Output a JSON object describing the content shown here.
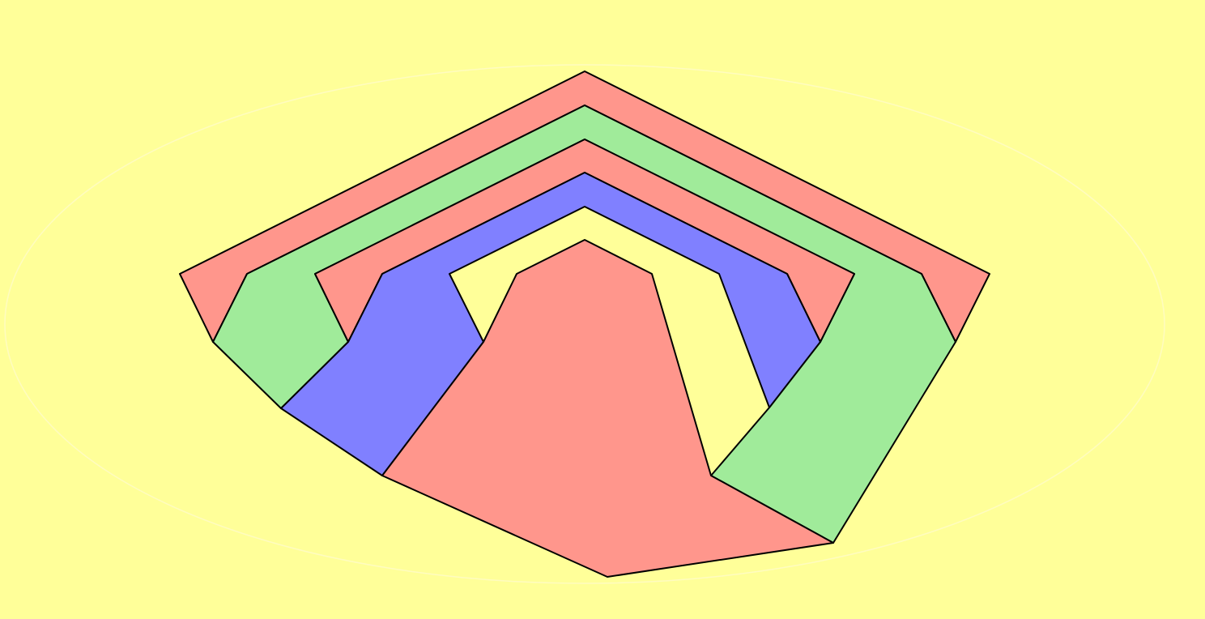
{
  "colors": {
    "background": "#ffff99",
    "guide_ellipse": "#fffcc0",
    "red": "#ff968c",
    "green": "#a0eb9a",
    "blue": "#8080ff",
    "outline": "#000000"
  },
  "regions": [
    {
      "id": "outer-band",
      "color": "red"
    },
    {
      "id": "second-band",
      "color": "green"
    },
    {
      "id": "third-band",
      "color": "red"
    },
    {
      "id": "inner-band",
      "color": "blue"
    },
    {
      "id": "center-region",
      "color": "red"
    }
  ]
}
